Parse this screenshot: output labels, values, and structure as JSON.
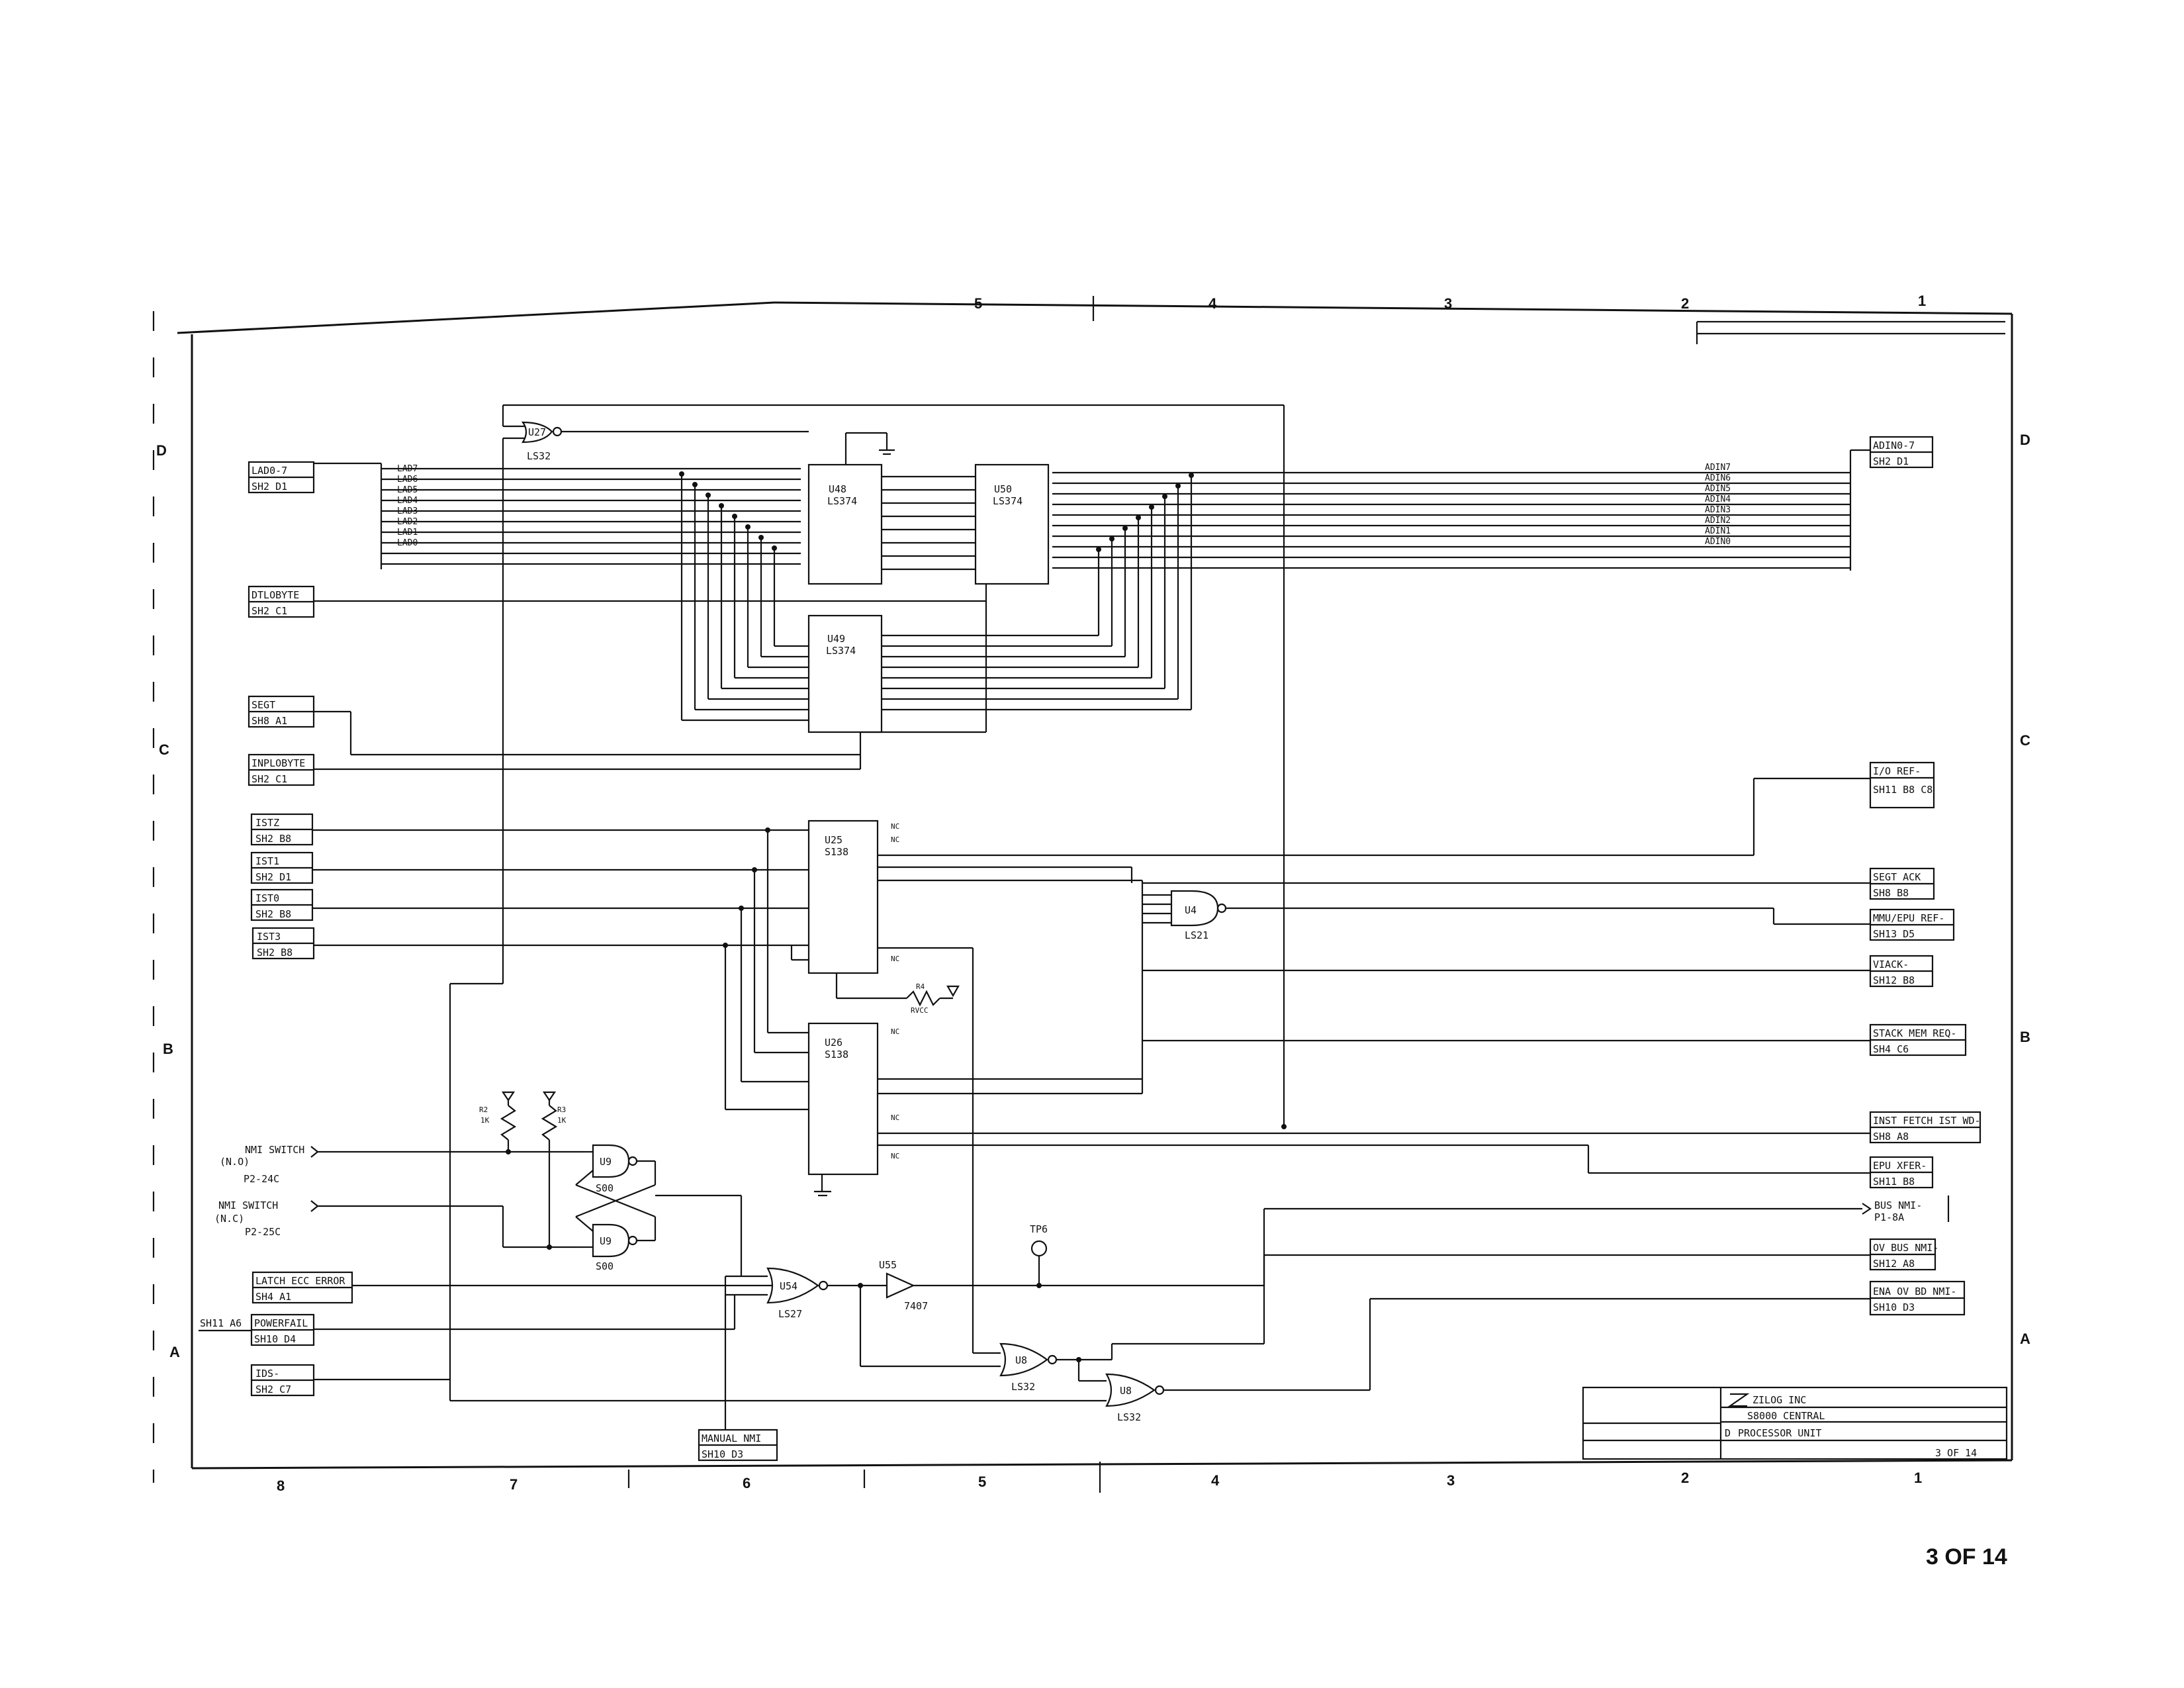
{
  "frame": {
    "top_zones": [
      "5",
      "4",
      "3",
      "2",
      "1"
    ],
    "bottom_zones": [
      "8",
      "7",
      "6",
      "5",
      "4",
      "3",
      "2",
      "1"
    ],
    "left_zones": [
      "D",
      "C",
      "B",
      "A"
    ],
    "right_zones": [
      "D",
      "C",
      "B",
      "A"
    ]
  },
  "page_number": "3 OF 14",
  "title_block": {
    "company": "ZILOG INC",
    "title_line1": "S8000 CENTRAL",
    "title_line2": "PROCESSOR UNIT",
    "size_letter": "D",
    "sheet": "3 OF 14"
  },
  "left_refs": [
    {
      "name": "LAD0-7",
      "ref": "SH2 D1"
    },
    {
      "name": "DTLOBYTE",
      "ref": "SH2 C1"
    },
    {
      "name": "SEGT",
      "ref": "SH8 A1"
    },
    {
      "name": "INPLOBYTE",
      "ref": "SH2 C1"
    },
    {
      "name": "ISTZ",
      "ref": "SH2 B8"
    },
    {
      "name": "IST1",
      "ref": "SH2 D1"
    },
    {
      "name": "IST0",
      "ref": "SH2 B8"
    },
    {
      "name": "IST3",
      "ref": "SH2 B8"
    },
    {
      "name": "LATCH ECC ERROR",
      "ref": "SH4 A1"
    },
    {
      "name": "POWERFAIL",
      "ref": "SH10 D4",
      "prefix": "SH11 A6"
    },
    {
      "name": "IDS-",
      "ref": "SH2 C7"
    },
    {
      "name": "MANUAL NMI",
      "ref": "SH10 D3"
    }
  ],
  "right_refs": [
    {
      "name": "ADIN0-7",
      "ref": "SH2 D1"
    },
    {
      "name": "I/O REF-",
      "ref": "SH11 B8 C8"
    },
    {
      "name": "SEGT ACK",
      "ref": "SH8 B8"
    },
    {
      "name": "MMU/EPU REF-",
      "ref": "SH13 D5"
    },
    {
      "name": "VIACK-",
      "ref": "SH12 B8"
    },
    {
      "name": "STACK MEM REQ-",
      "ref": "SH4 C6"
    },
    {
      "name": "INST FETCH IST WD-",
      "ref": "SH8 A8"
    },
    {
      "name": "EPU XFER-",
      "ref": "SH11 B8"
    },
    {
      "name": "OV BUS NMI-",
      "ref": "SH12 A8"
    },
    {
      "name": "ENA OV BD NMI-",
      "ref": "SH10 D3"
    }
  ],
  "bus_nmi": {
    "name": "BUS NMI-",
    "ref": "P1-8A"
  },
  "lad_signals": [
    "LAD7",
    "LAD6",
    "LAD5",
    "LAD4",
    "LAD3",
    "LAD2",
    "LAD1",
    "LAD0"
  ],
  "adin_signals": [
    "ADIN7",
    "ADIN6",
    "ADIN5",
    "ADIN4",
    "ADIN3",
    "ADIN2",
    "ADIN1",
    "ADIN0"
  ],
  "chips": {
    "u48": {
      "name": "U48",
      "type": "LS374"
    },
    "u50": {
      "name": "U50",
      "type": "LS374"
    },
    "u49": {
      "name": "U49",
      "type": "LS374"
    },
    "u25": {
      "name": "U25",
      "type": "S138"
    },
    "u26": {
      "name": "U26",
      "type": "S138"
    }
  },
  "gates": {
    "u27": {
      "name": "U27",
      "type": "LS32"
    },
    "u4": {
      "name": "U4",
      "type": "LS21"
    },
    "u9a": {
      "name": "U9",
      "type": "S00"
    },
    "u9b": {
      "name": "U9",
      "type": "S00"
    },
    "u54": {
      "name": "U54",
      "type": "LS27"
    },
    "u55": {
      "name": "U55",
      "type": "7407"
    },
    "u8a": {
      "name": "U8",
      "type": "LS32"
    },
    "u8b": {
      "name": "U8",
      "type": "LS32"
    }
  },
  "misc": {
    "nmi_switch_no": "NMI SWITCH",
    "nmi_no_tag": "(N.O)",
    "nmi_no_conn": "P2-24C",
    "nmi_switch_nc": "NMI SWITCH",
    "nmi_nc_tag": "(N.C)",
    "nmi_nc_conn": "P2-25C",
    "r2": "R2",
    "r2_val": "1K",
    "r3": "R3",
    "r3_val": "1K",
    "r4": "R4",
    "rvcc": "RVCC",
    "tp6": "TP6",
    "nc": "NC"
  }
}
